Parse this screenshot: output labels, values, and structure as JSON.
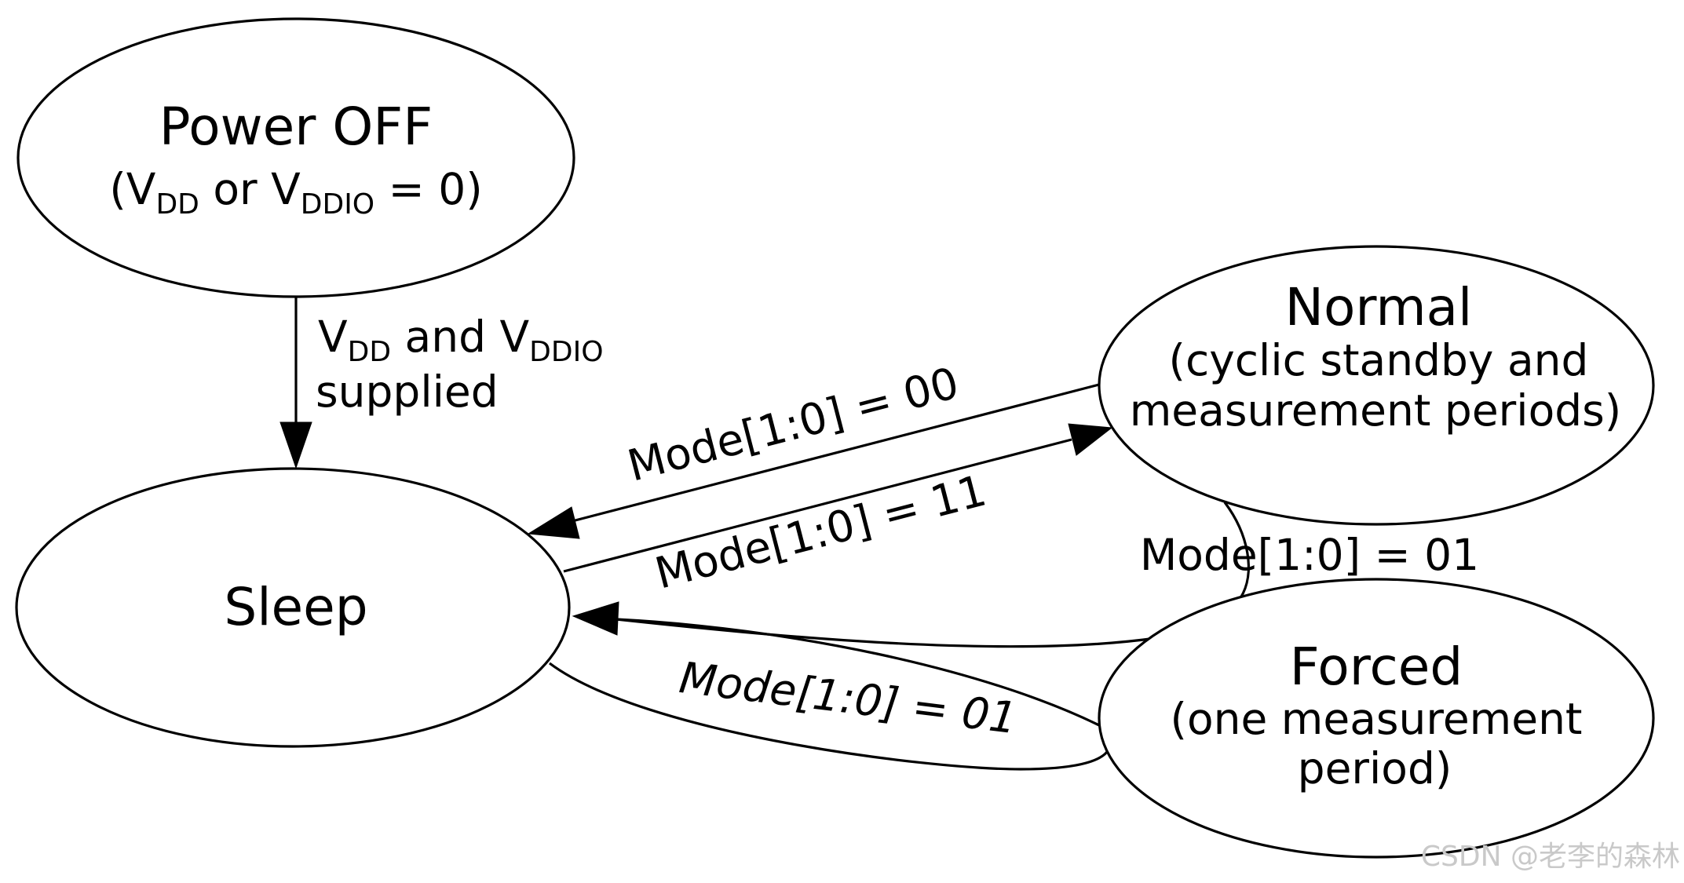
{
  "nodes": {
    "power_off": {
      "title": "Power OFF",
      "sub_open": "(V",
      "sub_dd": "DD",
      "sub_or": " or V",
      "sub_ddio": "DDIO",
      "sub_close": " = 0)"
    },
    "normal": {
      "title": "Normal",
      "line1": "(cyclic standby and",
      "line2": "measurement periods)"
    },
    "sleep": {
      "title": "Sleep"
    },
    "forced": {
      "title": "Forced",
      "line1": "(one measurement",
      "line2": "period)"
    }
  },
  "edges": {
    "power_to_sleep": {
      "v1": "V",
      "dd": "DD",
      "and": " and V",
      "ddio": "DDIO",
      "line2": "supplied"
    },
    "normal_to_sleep": {
      "label": "Mode[1:0] = 00"
    },
    "sleep_to_normal": {
      "label": "Mode[1:0] = 11"
    },
    "normal_to_forced": {
      "label": "Mode[1:0] = 01"
    },
    "sleep_to_forced": {
      "label": "Mode[1:0] = 01"
    }
  },
  "watermark": "CSDN @老李的森林"
}
